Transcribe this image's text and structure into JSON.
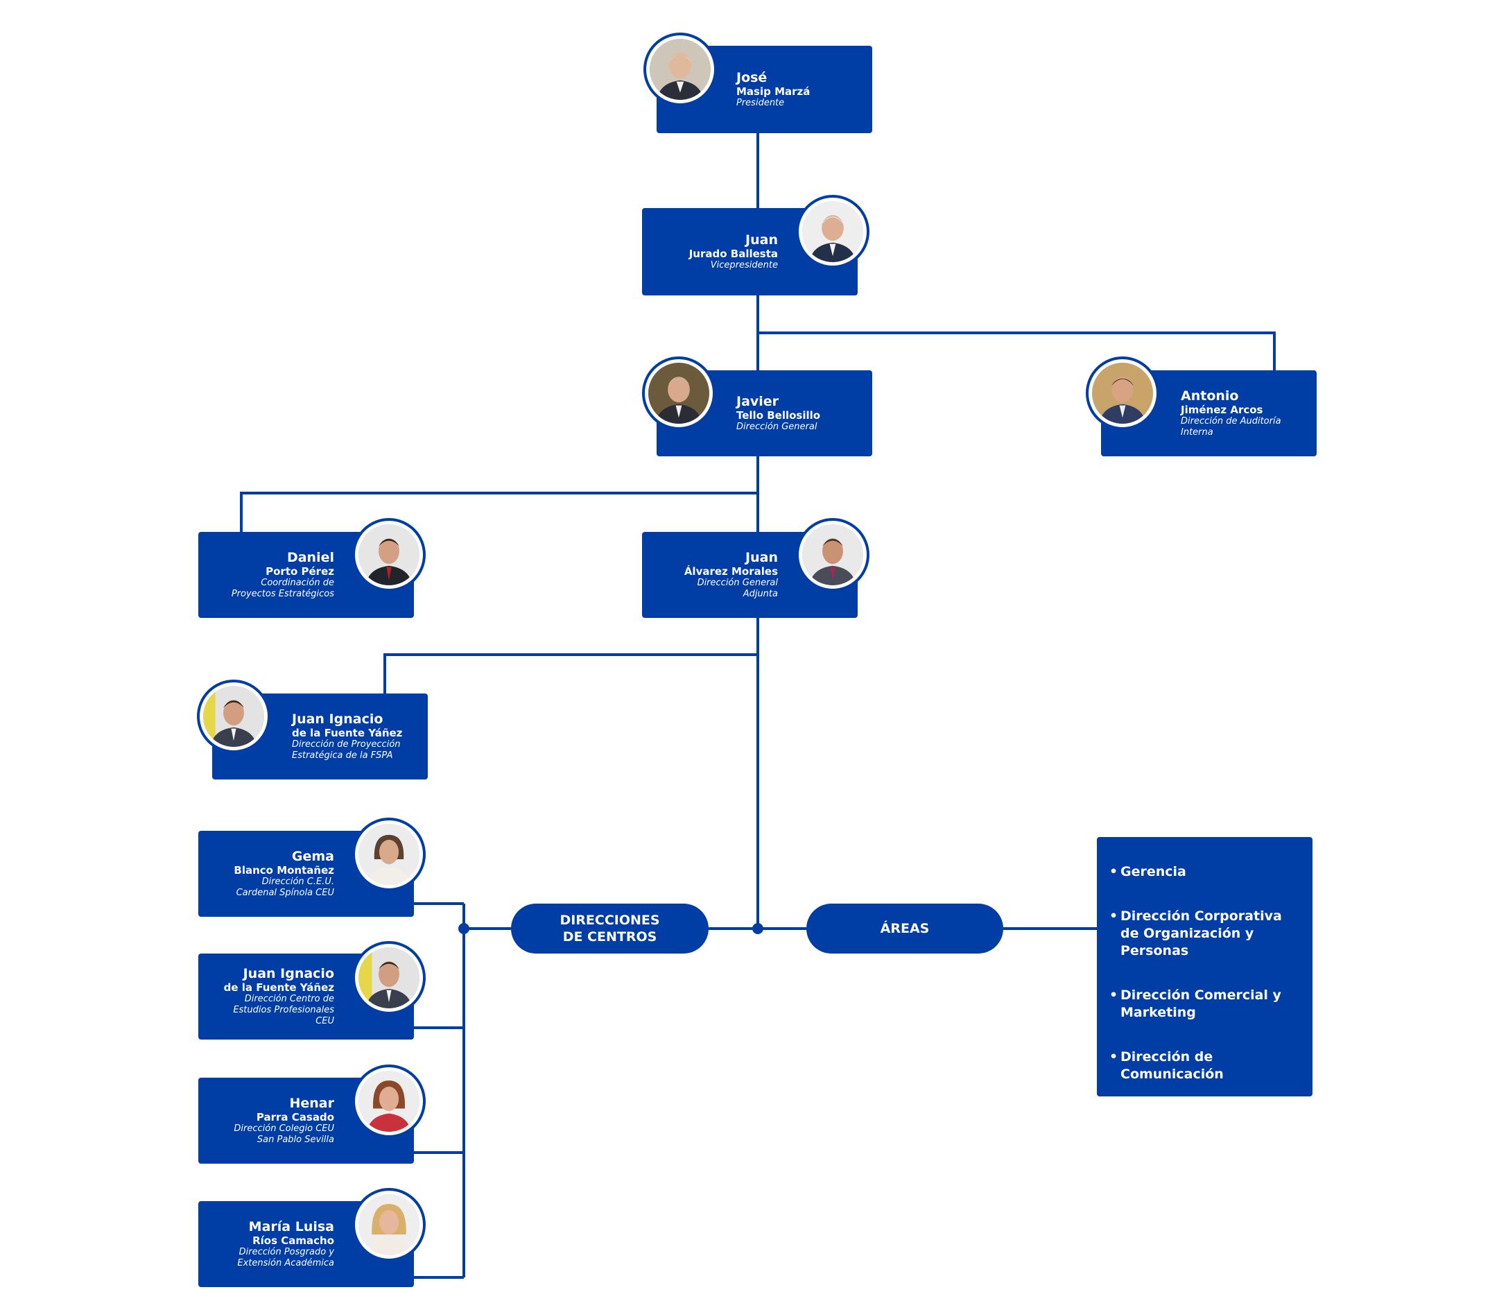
{
  "colors": {
    "primary": "#003DA5",
    "background": "#ffffff"
  },
  "nodes": {
    "jose": {
      "first": "José",
      "last": "Masip Marzá",
      "role": "Presidente"
    },
    "juan_jurado": {
      "first": "Juan",
      "last": "Jurado Ballesta",
      "role": "Vicepresidente"
    },
    "javier": {
      "first": "Javier",
      "last": "Tello Bellosillo",
      "role": "Dirección General"
    },
    "antonio": {
      "first": "Antonio",
      "last": "Jiménez Arcos",
      "role": "Dirección de Auditoría\nInterna"
    },
    "daniel": {
      "first": "Daniel",
      "last": "Porto Pérez",
      "role": "Coordinación de\nProyectos Estratégicos"
    },
    "juan_alvarez": {
      "first": "Juan",
      "last": "Álvarez Morales",
      "role": "Dirección General\nAdjunta"
    },
    "juan_ignacio_1": {
      "first": "Juan Ignacio",
      "last": "de la Fuente Yáñez",
      "role": "Dirección de Proyección\nEstratégica de la FSPA"
    },
    "gema": {
      "first": "Gema",
      "last": "Blanco Montañez",
      "role": "Dirección C.E.U.\nCardenal Spínola CEU"
    },
    "juan_ignacio_2": {
      "first": "Juan Ignacio",
      "last": "de la Fuente Yáñez",
      "role": "Dirección Centro de\nEstudios Profesionales\nCEU"
    },
    "henar": {
      "first": "Henar",
      "last": "Parra Casado",
      "role": "Dirección Colegio CEU\nSan Pablo Sevilla"
    },
    "maria_luisa": {
      "first": "María Luisa",
      "last": "Ríos Camacho",
      "role": "Dirección Posgrado y\nExtensión Académica"
    }
  },
  "pills": {
    "direcciones": "DIRECCIONES\nDE CENTROS",
    "areas": "ÁREAS"
  },
  "areas_list": {
    "bullet": "•",
    "items": [
      "Gerencia",
      "Dirección Corporativa de Organización y Personas",
      "Dirección Comercial y Marketing",
      "Dirección de Comunicación"
    ]
  }
}
